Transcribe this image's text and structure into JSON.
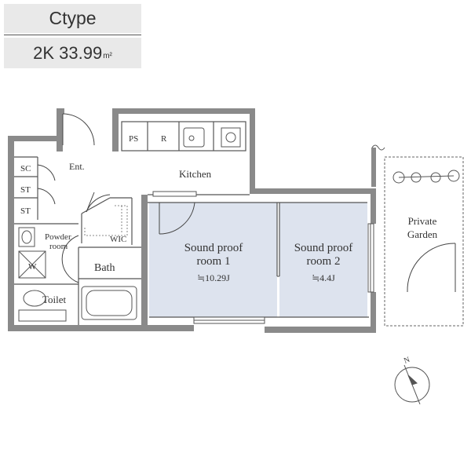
{
  "header": {
    "type_label": "Ctype",
    "layout": "2K",
    "area": "33.99",
    "area_unit": "m²"
  },
  "rooms": {
    "entrance": "Ent.",
    "kitchen": "Kitchen",
    "pipe_space": "PS",
    "refrigerator": "R",
    "shoe_closet": "SC",
    "storage_1": "ST",
    "storage_2": "ST",
    "powder_room_line1": "Powder",
    "powder_room_line2": "room",
    "washer": "W",
    "bath": "Bath",
    "wic": "WIC",
    "toilet": "Toilet",
    "room1_line1": "Sound proof",
    "room1_line2": "room 1",
    "room1_size": "≒10.29J",
    "room2_line1": "Sound proof",
    "room2_line2": "room 2",
    "room2_size": "≒4.4J",
    "garden_line1": "Private",
    "garden_line2": "Garden"
  },
  "compass": {
    "label": "N"
  },
  "colors": {
    "wall": "#8a8a8a",
    "room_fill": "#dde3ee",
    "header_fill": "#e9e9e9",
    "line": "#555555"
  }
}
